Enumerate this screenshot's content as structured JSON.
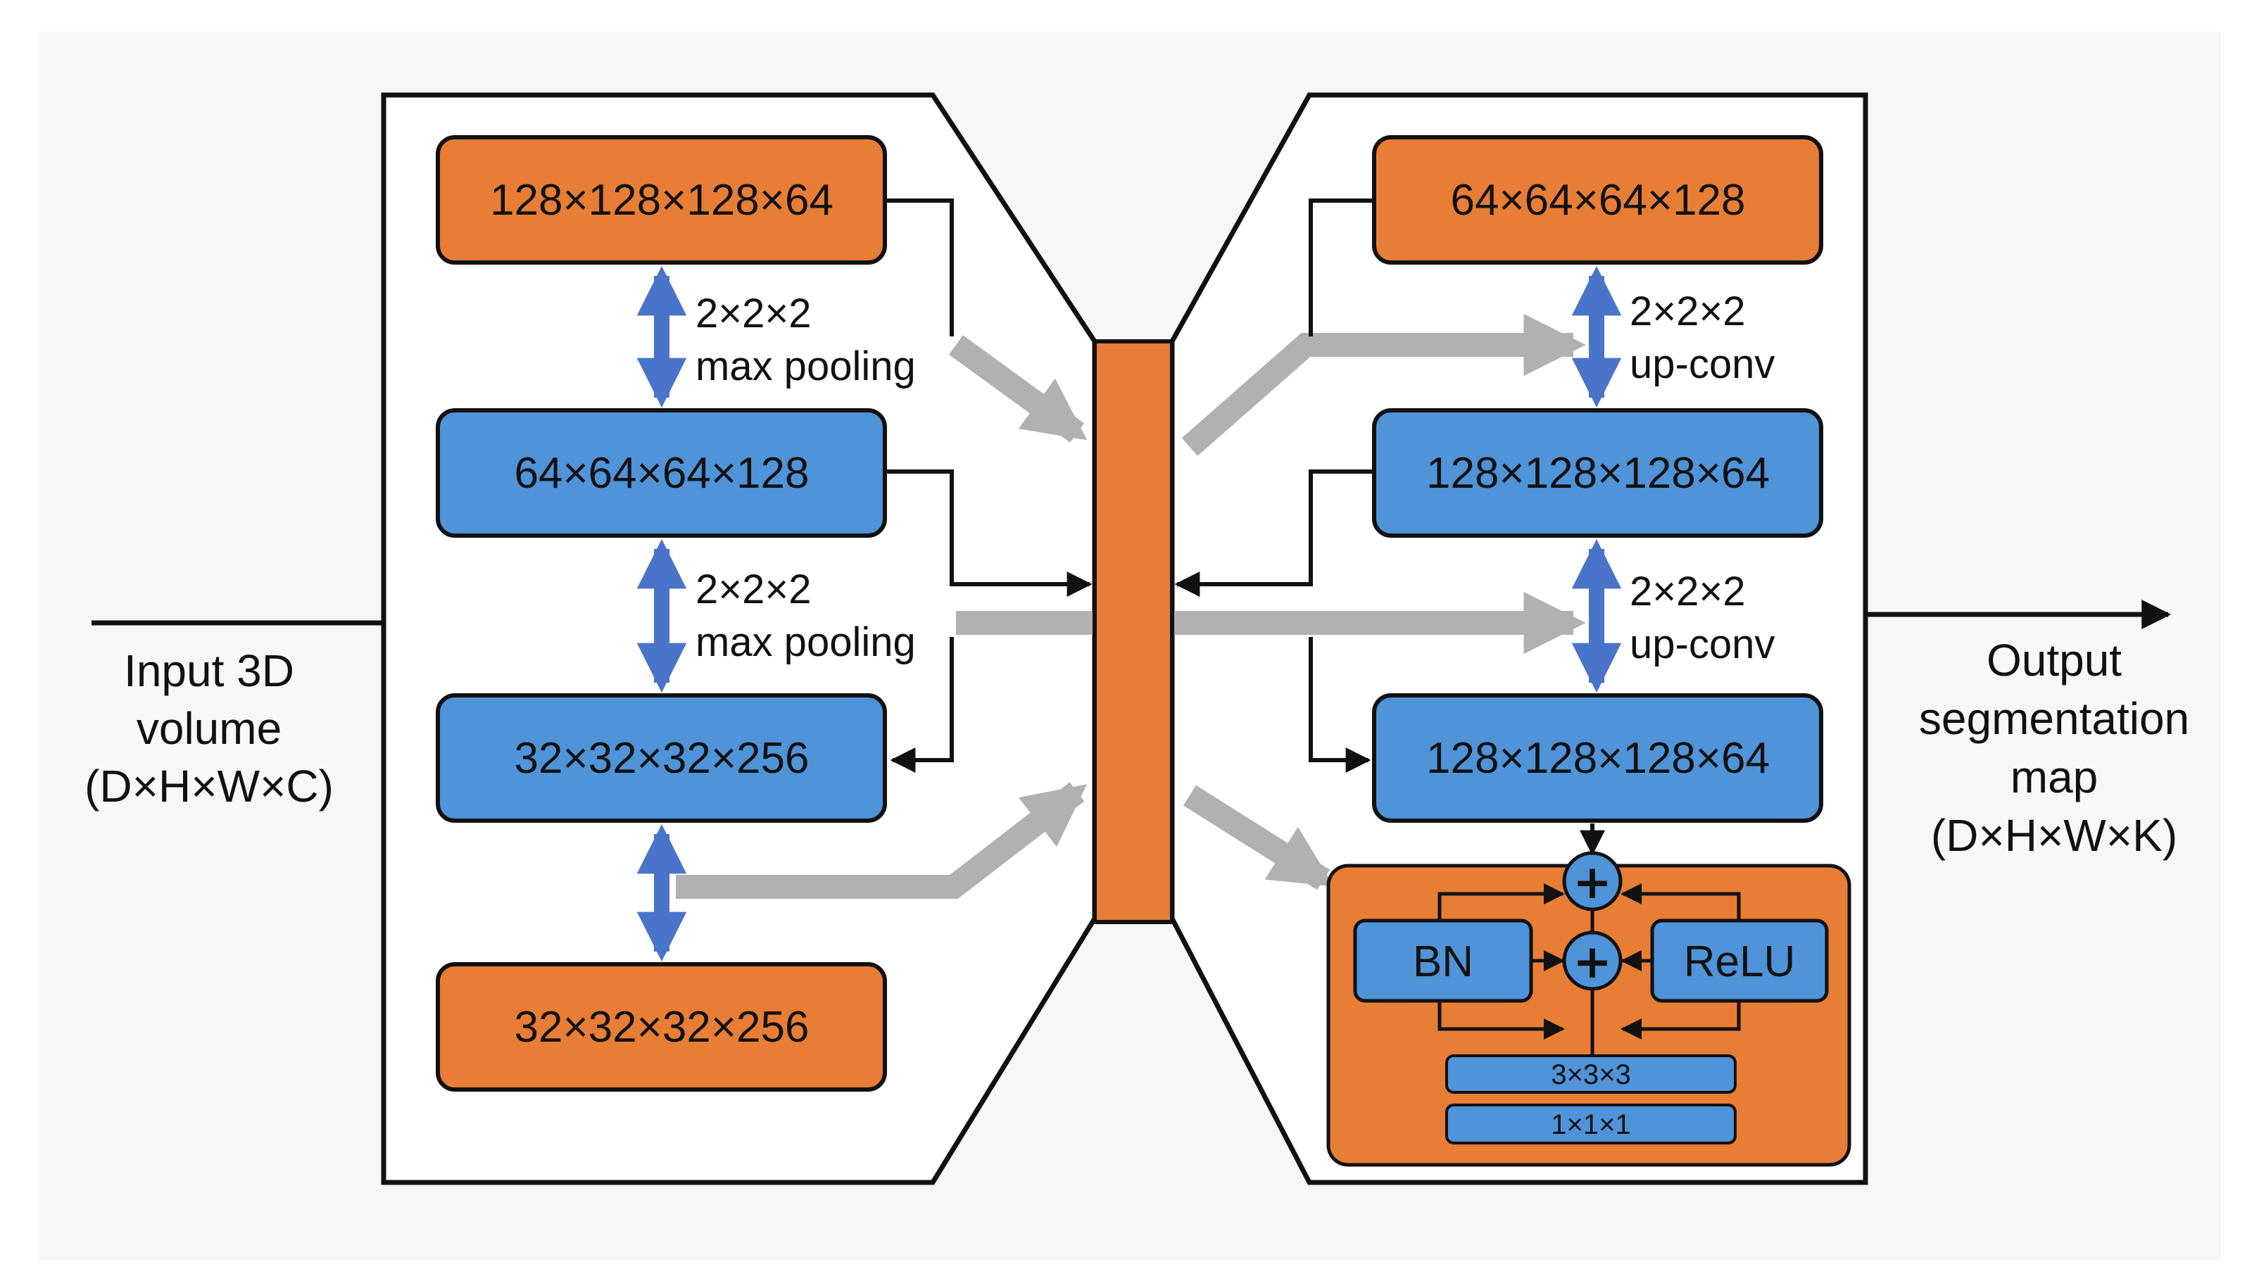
{
  "colors": {
    "orange": "#e87d35",
    "blue": "#4f93d8",
    "gray_arrow": "#b1b1b1",
    "outline": "#111111",
    "double_arrow": "#4a74c9"
  },
  "input": {
    "lines": [
      "Input 3D",
      "volume",
      "(D×H×W×C)"
    ]
  },
  "output": {
    "lines": [
      "Output",
      "segmentation",
      "map",
      "(D×H×W×K)"
    ]
  },
  "encoder": {
    "blocks": [
      {
        "label": "128×128×128×64",
        "color": "orange"
      },
      {
        "label": "64×64×64×128",
        "color": "blue"
      },
      {
        "label": "32×32×32×256",
        "color": "blue"
      },
      {
        "label": "32×32×32×256",
        "color": "orange"
      }
    ],
    "ops": [
      {
        "line1": "2×2×2",
        "line2": "max pooling"
      },
      {
        "line1": "2×2×2",
        "line2": "max pooling"
      }
    ]
  },
  "decoder": {
    "blocks": [
      {
        "label": "64×64×64×128",
        "color": "orange"
      },
      {
        "label": "128×128×128×64",
        "color": "blue"
      },
      {
        "label": "128×128×128×64",
        "color": "blue"
      }
    ],
    "ops": [
      {
        "line1": "2×2×2",
        "line2": "up-conv"
      },
      {
        "line1": "2×2×2",
        "line2": "up-conv"
      }
    ]
  },
  "residual_block": {
    "bn_label": "BN",
    "relu_label": "ReLU",
    "plus_symbol": "+",
    "conv_labels": [
      "3×3×3",
      "1×1×1"
    ]
  }
}
